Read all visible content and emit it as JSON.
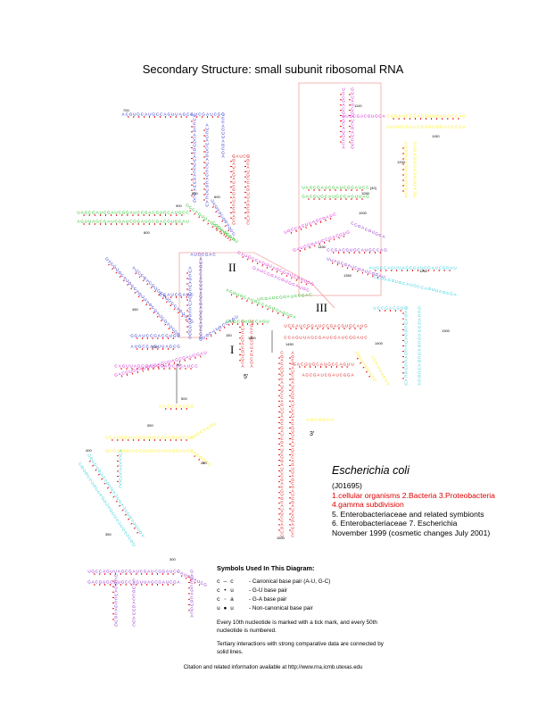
{
  "title": "Secondary Structure: small subunit ribosomal RNA",
  "organism": "Escherichia coli",
  "accession": "(J01695)",
  "taxonomy_red": [
    "1.cellular organisms 2.Bacteria 3.Proteobacteria",
    "4.gamma subdivision"
  ],
  "taxonomy_black": [
    "5. Enterobacteriaceae and related symbionts",
    "6. Enterobacteriaceae 7. Escherichia",
    "November 1999 (cosmetic changes July 2001)"
  ],
  "domains": {
    "d1": "I",
    "d2": "II",
    "d3": "III",
    "five_prime": "5'",
    "three_prime": "3'"
  },
  "position_labels": [
    "700",
    "900",
    "800",
    "1100",
    "1150",
    "1200",
    "1050",
    "1000",
    "1250",
    "1300",
    "1350",
    "1400",
    "1450",
    "1500",
    "1450",
    "650",
    "600",
    "450",
    "500",
    "550",
    "400",
    "350",
    "300",
    "250",
    "200",
    "150",
    "100",
    "50",
    "10",
    "[40]"
  ],
  "legend": {
    "title": "Symbols Used In This Diagram:",
    "rows": [
      {
        "sym": "c — c",
        "desc": "- Canonical base pair (A-U, G-C)"
      },
      {
        "sym": "c • u",
        "desc": "- G-U base pair"
      },
      {
        "sym": "c ◦ a",
        "desc": "- G-A base pair"
      },
      {
        "sym": "u ● u",
        "desc": "- Non-canonical base pair"
      }
    ],
    "note1": "Every 10th nucleotide is marked with a tick mark, and every 50th nucleotide is numbered.",
    "note2": "Tertiary interactions with strong comparative data are connected by solid lines."
  },
  "footer": "Citation and related information available at http://www.rna.icmb.utexas.edu",
  "colors": {
    "blue": "#1a1acc",
    "green": "#11bb11",
    "red": "#dd1111",
    "magenta": "#cc11cc",
    "yellow": "#ffee00",
    "cyan": "#22ccdd",
    "purple": "#8822cc",
    "box": "#ee8888"
  }
}
